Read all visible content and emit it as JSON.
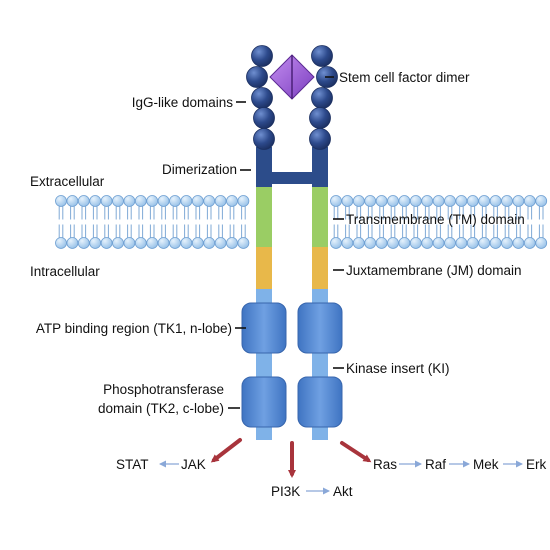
{
  "labels": {
    "stem_cell_factor_dimer": "Stem cell factor dimer",
    "igg_like_domains": "IgG-like domains",
    "dimerization": "Dimerization",
    "extracellular": "Extracellular",
    "intracellular": "Intracellular",
    "transmembrane_domain": "Transmembrane (TM) domain",
    "juxtamembrane_domain": "Juxtamembrane (JM) domain",
    "atp_binding_region": "ATP binding region (TK1, n-lobe)",
    "kinase_insert": "Kinase insert (KI)",
    "phosphotransferase_line1": "Phosphotransferase",
    "phosphotransferase_line2": "domain (TK2, c-lobe)"
  },
  "pathways": {
    "left": [
      "STAT",
      "JAK"
    ],
    "center": [
      "PI3K",
      "Akt"
    ],
    "right": [
      "Ras",
      "Raf",
      "Mek",
      "Erk"
    ]
  },
  "colors": {
    "igg_ball": "#2d4a8c",
    "ligand": "#9b59d6",
    "receptor_dark": "#2c4c8a",
    "transmembrane": "#9acd64",
    "juxtamembrane": "#e8b84a",
    "kinase": "#5b8fd8",
    "chain_light": "#7fb2e8",
    "lipid_head": "#a9cdee",
    "signal_arrow": "#a8343c",
    "pathway_arrow": "#8aa8d8"
  }
}
